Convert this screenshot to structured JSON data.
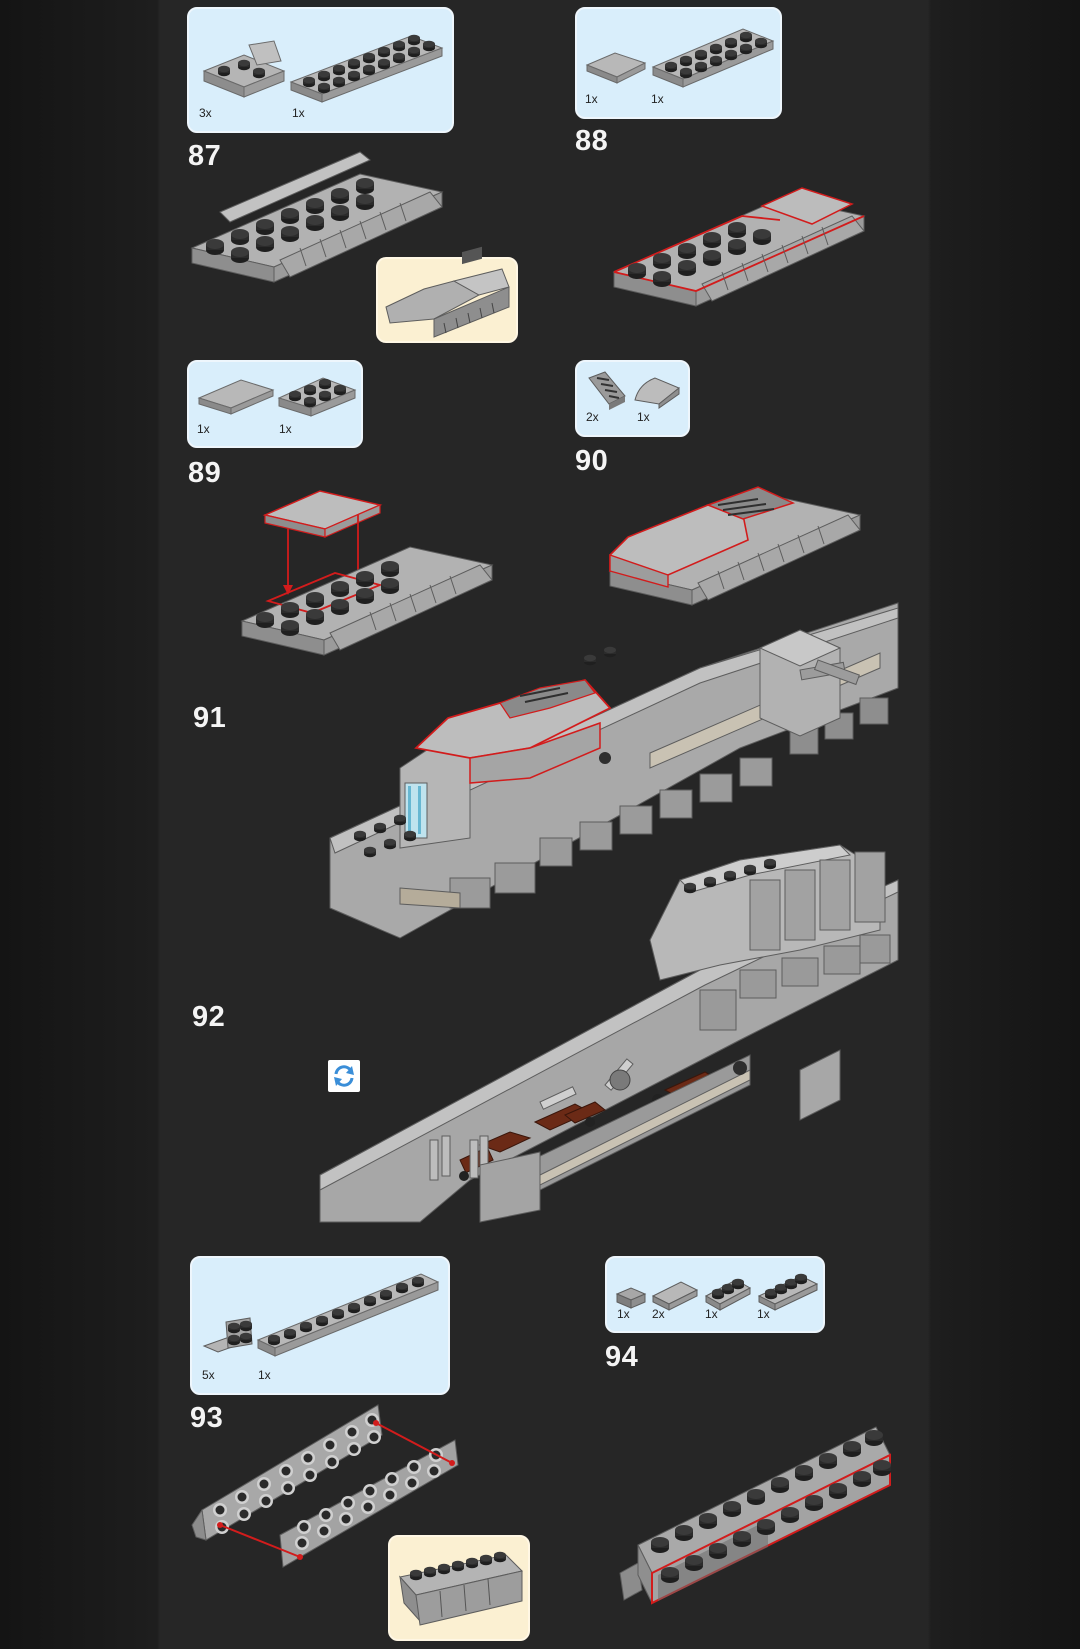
{
  "steps": [
    {
      "number": "87",
      "parts": [
        {
          "qty": "3x",
          "icon": "slope-bracket-part"
        },
        {
          "qty": "1x",
          "icon": "plate-2x8-part"
        }
      ],
      "subassembly": true
    },
    {
      "number": "88",
      "parts": [
        {
          "qty": "1x",
          "icon": "tile-2x2-part"
        },
        {
          "qty": "1x",
          "icon": "plate-2x6-part"
        }
      ],
      "subassembly": false
    },
    {
      "number": "89",
      "parts": [
        {
          "qty": "1x",
          "icon": "tile-2x3-part"
        },
        {
          "qty": "1x",
          "icon": "plate-2x3-part"
        }
      ],
      "subassembly": false
    },
    {
      "number": "90",
      "parts": [
        {
          "qty": "2x",
          "icon": "grille-slope-part"
        },
        {
          "qty": "1x",
          "icon": "curved-slope-part"
        }
      ],
      "subassembly": false
    },
    {
      "number": "91",
      "parts": [],
      "subassembly": false
    },
    {
      "number": "92",
      "parts": [],
      "subassembly": false
    },
    {
      "number": "93",
      "parts": [
        {
          "qty": "5x",
          "icon": "bracket-2x2-part"
        },
        {
          "qty": "1x",
          "icon": "plate-1x10-part"
        }
      ],
      "subassembly": true
    },
    {
      "number": "94",
      "parts": [
        {
          "qty": "1x",
          "icon": "tile-1x1-part"
        },
        {
          "qty": "2x",
          "icon": "tile-1x2-part"
        },
        {
          "qty": "1x",
          "icon": "plate-1x3-part"
        },
        {
          "qty": "1x",
          "icon": "plate-1x4-part"
        }
      ],
      "subassembly": false
    }
  ],
  "colors": {
    "background": "#262626",
    "parts_panel": "#d9eefb",
    "subassembly_panel": "#fbf0d2",
    "brick_gray": "#a3a3a3",
    "highlight": "#d21c1c",
    "step_number": "#f4f4f4"
  },
  "rotate_icon": "rotate-model-icon"
}
